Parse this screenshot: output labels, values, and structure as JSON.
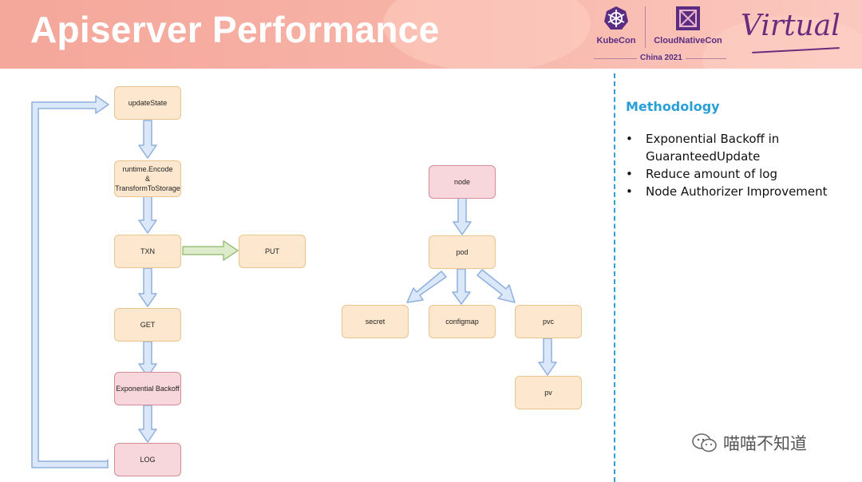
{
  "header": {
    "title": "Apiserver Performance",
    "logos": {
      "kubecon": "KubeCon",
      "cloudnativecon": "CloudNativeCon",
      "edition": "China 2021",
      "virtual": "Virtual",
      "kubecon_icon": "helm-wheel-icon",
      "cncf_icon": "cncf-logo-icon"
    }
  },
  "diagram_left": {
    "nodes": {
      "updatestate": "updateState",
      "encode_line1": "runtime.Encode",
      "encode_line2": "&",
      "encode_line3": "TransformToStorage",
      "txn": "TXN",
      "put": "PUT",
      "get": "GET",
      "backoff": "Exponential Backoff",
      "log": "LOG"
    }
  },
  "diagram_right": {
    "nodes": {
      "node": "node",
      "pod": "pod",
      "secret": "secret",
      "configmap": "configmap",
      "pvc": "pvc",
      "pv": "pv"
    }
  },
  "sidebar": {
    "title": "Methodology",
    "bullet_symbol": "•",
    "bullets": [
      "Exponential Backoff in GuaranteedUpdate",
      "Reduce amount of log",
      "Node Authorizer Improvement"
    ]
  },
  "watermark": {
    "text": "喵喵不知道",
    "icon": "wechat-icon"
  },
  "colors": {
    "banner": "#f6ab9e",
    "node_fill": "#fde8cf",
    "node_border": "#e8c48f",
    "node_red_fill": "#f8d7dc",
    "node_red_border": "#d48c98",
    "arrow_blue_fill": "#dbe8fa",
    "arrow_blue_stroke": "#8fb0dd",
    "arrow_green_fill": "#dceccb",
    "arrow_green_stroke": "#9cc07c",
    "accent_title": "#2a9fd6",
    "divider": "#2f9fd4"
  }
}
